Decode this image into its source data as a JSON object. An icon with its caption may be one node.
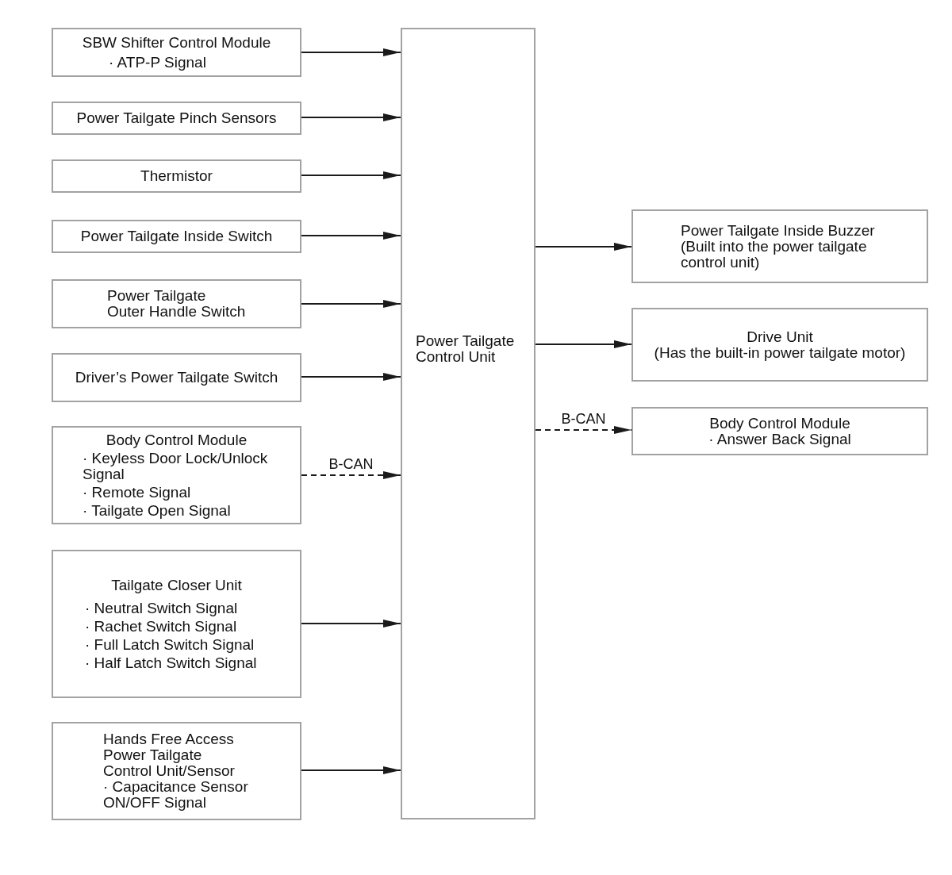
{
  "diagram": {
    "nodes": [
      {
        "text": [
          "SBW Shifter Control Module",
          "· ATP-P Signal"
        ]
      },
      {
        "text": [
          "Power Tailgate Pinch Sensors"
        ]
      },
      {
        "text": [
          "Thermistor"
        ]
      },
      {
        "text": [
          "Power Tailgate Inside Switch"
        ]
      },
      {
        "text": [
          "Power Tailgate Outer Handle Switch"
        ]
      },
      {
        "text": [
          "Driver’s Power Tailgate Switch"
        ]
      },
      {
        "text": [
          "Body Control Module",
          "· Keyless Door Lock/Unlock Signal",
          "· Remote Signal",
          "· Tailgate Open Signal"
        ]
      },
      {
        "text": [
          "Tailgate Closer Unit",
          "· Neutral Switch Signal",
          "· Rachet Switch Signal",
          "· Full Latch Switch Signal",
          "· Half Latch Switch Signal"
        ]
      },
      {
        "text": [
          "Hands Free Access Power Tailgate Control Unit/Sensor",
          "· Capacitance Sensor ON/OFF Signal"
        ]
      },
      {
        "text": [
          "Power Tailgate Control Unit"
        ]
      },
      {
        "text": [
          "Power Tailgate Inside Buzzer",
          "(Built into the power tailgate control unit)"
        ]
      },
      {
        "text": [
          "Drive Unit",
          "(Has the built-in power tailgate motor)"
        ]
      },
      {
        "text": [
          "Body Control Module",
          "· Answer Back Signal"
        ]
      }
    ],
    "edges": [
      {
        "from": 0,
        "to": 9,
        "arrow": "to"
      },
      {
        "from": 1,
        "to": 9,
        "arrow": "to"
      },
      {
        "from": 2,
        "to": 9,
        "arrow": "to"
      },
      {
        "from": 3,
        "to": 9,
        "arrow": "to"
      },
      {
        "from": 4,
        "to": 9,
        "arrow": "to"
      },
      {
        "from": 5,
        "to": 9,
        "arrow": "to"
      },
      {
        "from": 6,
        "to": 9,
        "arrow": "to",
        "label": "B-CAN",
        "style": "dashed"
      },
      {
        "from": 7,
        "to": 9,
        "arrow": "to"
      },
      {
        "from": 8,
        "to": 9,
        "arrow": "to"
      },
      {
        "from": 9,
        "to": 10,
        "arrow": "to"
      },
      {
        "from": 9,
        "to": 11,
        "arrow": "to"
      },
      {
        "from": 9,
        "to": 12,
        "arrow": "to",
        "label": "B-CAN",
        "style": "dashed"
      }
    ]
  }
}
